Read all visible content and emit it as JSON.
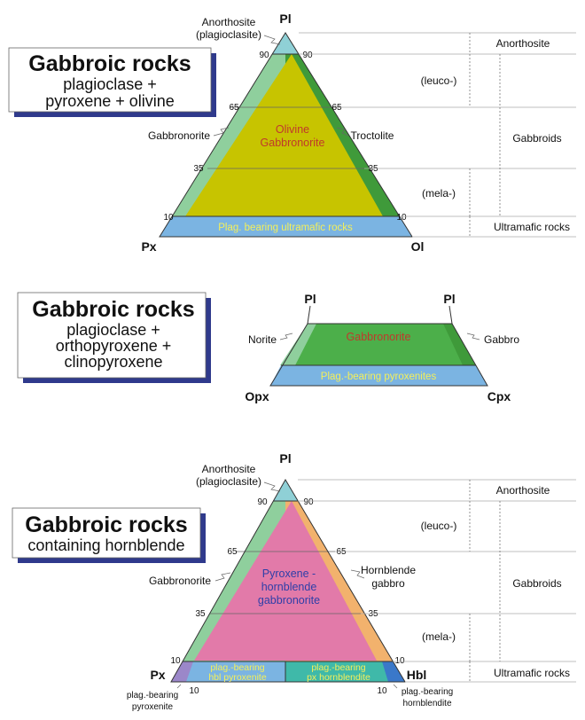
{
  "colors": {
    "pl_corner": "#8fd0d6",
    "olive_center": "#c7c400",
    "left_band_green": "#8fcf9d",
    "right_band_dark_green": "#3f9a3a",
    "ultramafic_band": "#7bb4e2",
    "pink_center": "#e27aa9",
    "orange_band": "#f2b26d",
    "green_quad": "#4caf4a",
    "red_label": "#c0392b",
    "blue_label": "#2d3ea8",
    "yellow_label": "#f4ef5a",
    "box_shadow": "#2f3a8c"
  },
  "diagram1": {
    "box": {
      "title": "Gabbroic rocks",
      "line1": "plagioclase +",
      "line2": "pyroxene + olivine"
    },
    "vertices": {
      "top": "Pl",
      "left": "Px",
      "right": "Ol"
    },
    "anorthosite_label_1": "Anorthosite",
    "anorthosite_label_2": "(plagioclasite)",
    "ticks": {
      "t90": "90",
      "t65": "65",
      "t35": "35",
      "t10": "10"
    },
    "fields": {
      "center_1": "Olivine",
      "center_2": "Gabbronorite",
      "left": "Gabbronorite",
      "right": "Troctolite",
      "bottom": "Plag. bearing ultramafic rocks"
    },
    "right_scale": {
      "anorthosite": "Anorthosite",
      "leuco": "(leuco-)",
      "gabbroids": "Gabbroids",
      "mela": "(mela-)",
      "ultramafic": "Ultramafic rocks"
    }
  },
  "diagram2": {
    "box": {
      "title": "Gabbroic rocks",
      "line1": "plagioclase +",
      "line2": "orthopyroxene +",
      "line3": "clinopyroxene"
    },
    "vertices": {
      "top_left": "Pl",
      "top_right": "Pl",
      "bottom_left": "Opx",
      "bottom_right": "Cpx"
    },
    "fields": {
      "center": "Gabbronorite",
      "left": "Norite",
      "right": "Gabbro",
      "bottom": "Plag.-bearing pyroxenites"
    }
  },
  "diagram3": {
    "box": {
      "title": "Gabbroic rocks",
      "line1": "containing hornblende"
    },
    "vertices": {
      "top": "Pl",
      "left": "Px",
      "right": "Hbl"
    },
    "anorthosite_label_1": "Anorthosite",
    "anorthosite_label_2": "(plagioclasite)",
    "ticks": {
      "t90": "90",
      "t65": "65",
      "t35": "35",
      "t10": "10"
    },
    "fields": {
      "center_1": "Pyroxene -",
      "center_2": "hornblende",
      "center_3": "gabbronorite",
      "left": "Gabbronorite",
      "right_1": "Hornblende",
      "right_2": "gabbro",
      "bottom_left_1": "plag.-bearing",
      "bottom_left_2": "hbl pyroxenite",
      "bottom_right_1": "plag.-bearing",
      "bottom_right_2": "px hornblendite",
      "corner_left_1": "plag.-bearing",
      "corner_left_2": "pyroxenite",
      "corner_right_1": "plag.-bearing",
      "corner_right_2": "hornblendite"
    },
    "right_scale": {
      "anorthosite": "Anorthosite",
      "leuco": "(leuco-)",
      "gabbroids": "Gabbroids",
      "mela": "(mela-)",
      "ultramafic": "Ultramafic rocks"
    }
  }
}
